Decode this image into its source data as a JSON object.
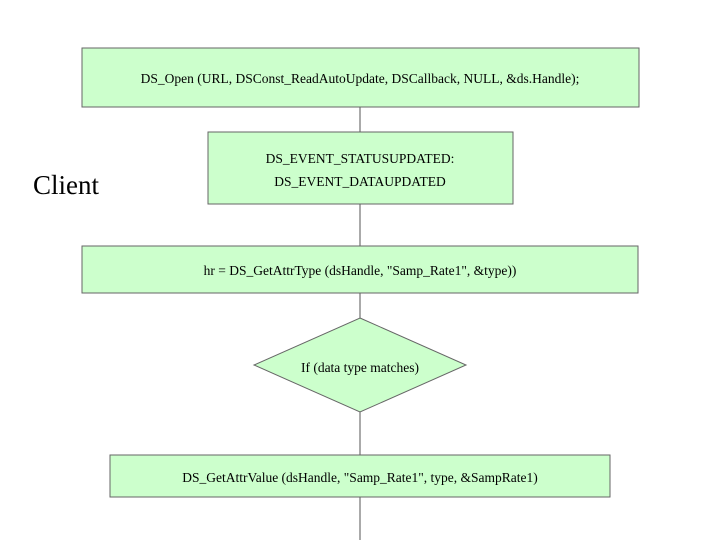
{
  "diagram": {
    "side_label": "Client",
    "nodes": {
      "open_call": "DS_Open (URL, DSConst_ReadAutoUpdate,   DSCallback, NULL, &ds.Handle);",
      "events": {
        "line1": "DS_EVENT_STATUSUPDATED:",
        "line2": "DS_EVENT_DATAUPDATED"
      },
      "get_type": "hr = DS_GetAttrType (dsHandle, \"Samp_Rate1\", &type))",
      "decision": "If (data type  matches)",
      "get_value": "DS_GetAttrValue (dsHandle, \"Samp_Rate1\", type, &SampRate1)"
    },
    "colors": {
      "box_fill": "#ccffcc",
      "box_stroke": "#666666",
      "connector": "#555555",
      "text": "#000000"
    }
  }
}
